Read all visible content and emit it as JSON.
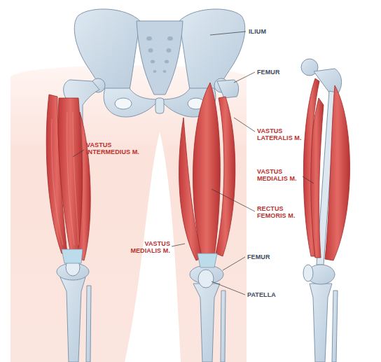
{
  "diagram": {
    "labels": [
      "ILIUM",
      "FEMUR",
      "VASTUS LATERALIS M.",
      "VASTUS INTERMEDIUS M.",
      "VASTUS MEDIALIS M.",
      "RECTUS FEMORIS M.",
      "VASTUS MEDIALIS M.",
      "FEMUR",
      "PATELLA"
    ]
  }
}
